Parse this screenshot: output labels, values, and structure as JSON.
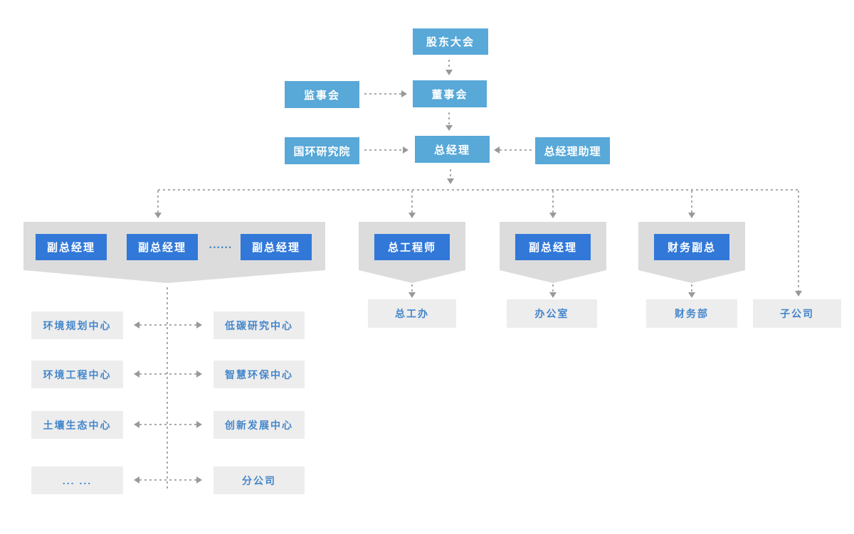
{
  "nodes": {
    "shareholders": "股东大会",
    "supervisory": "监事会",
    "board": "董事会",
    "research_institute": "国环研究院",
    "general_manager": "总经理",
    "gm_assistant": "总经理助理"
  },
  "branch_row": {
    "deputy_gm_1": "副总经理",
    "deputy_gm_2": "副总经理",
    "deputy_gm_3": "副总经理",
    "ellipsis": "......",
    "chief_engineer": "总工程师",
    "deputy_gm": "副总经理",
    "finance_vp": "财务副总"
  },
  "dept_row": {
    "chief_engineer_office": "总工办",
    "office": "办公室",
    "finance_dept": "财务部",
    "subsidiary": "子公司"
  },
  "centers": {
    "left": [
      "环境规划中心",
      "环境工程中心",
      "土壤生态中心",
      "... ..."
    ],
    "right": [
      "低碳研究中心",
      "智慧环保中心",
      "创新发展中心",
      "分公司"
    ]
  },
  "colors": {
    "light_blue": "#58a8d8",
    "dark_blue": "#3178d8",
    "banner_gray": "#dcdcdc",
    "box_gray": "#ededed",
    "text_blue": "#4486cb",
    "connector_gray": "#a9a9a9"
  }
}
